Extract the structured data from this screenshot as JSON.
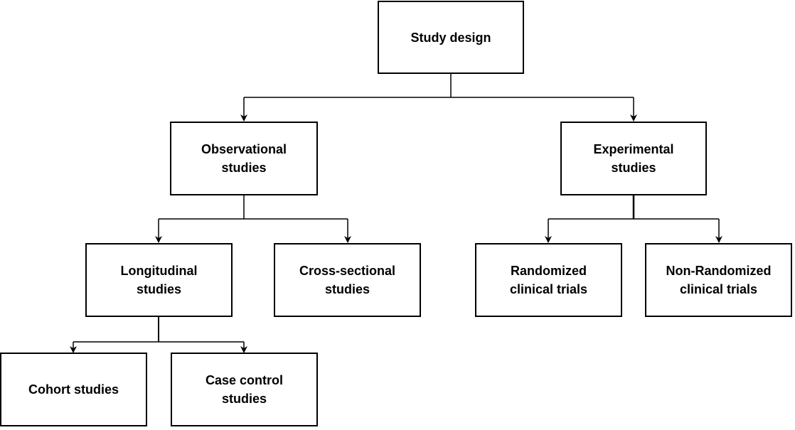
{
  "diagram": {
    "root": {
      "label": "Study design"
    },
    "observational": {
      "label": "Observational\nstudies"
    },
    "experimental": {
      "label": "Experimental\nstudies"
    },
    "longitudinal": {
      "label": "Longitudinal\nstudies"
    },
    "cross_sectional": {
      "label": "Cross-sectional\nstudies"
    },
    "randomized": {
      "label": "Randomized\nclinical trials"
    },
    "non_randomized": {
      "label": "Non-Randomized\nclinical trials"
    },
    "cohort": {
      "label": "Cohort studies"
    },
    "case_control": {
      "label": "Case control\nstudies"
    }
  },
  "colors": {
    "stroke": "#000000",
    "background": "#ffffff"
  }
}
